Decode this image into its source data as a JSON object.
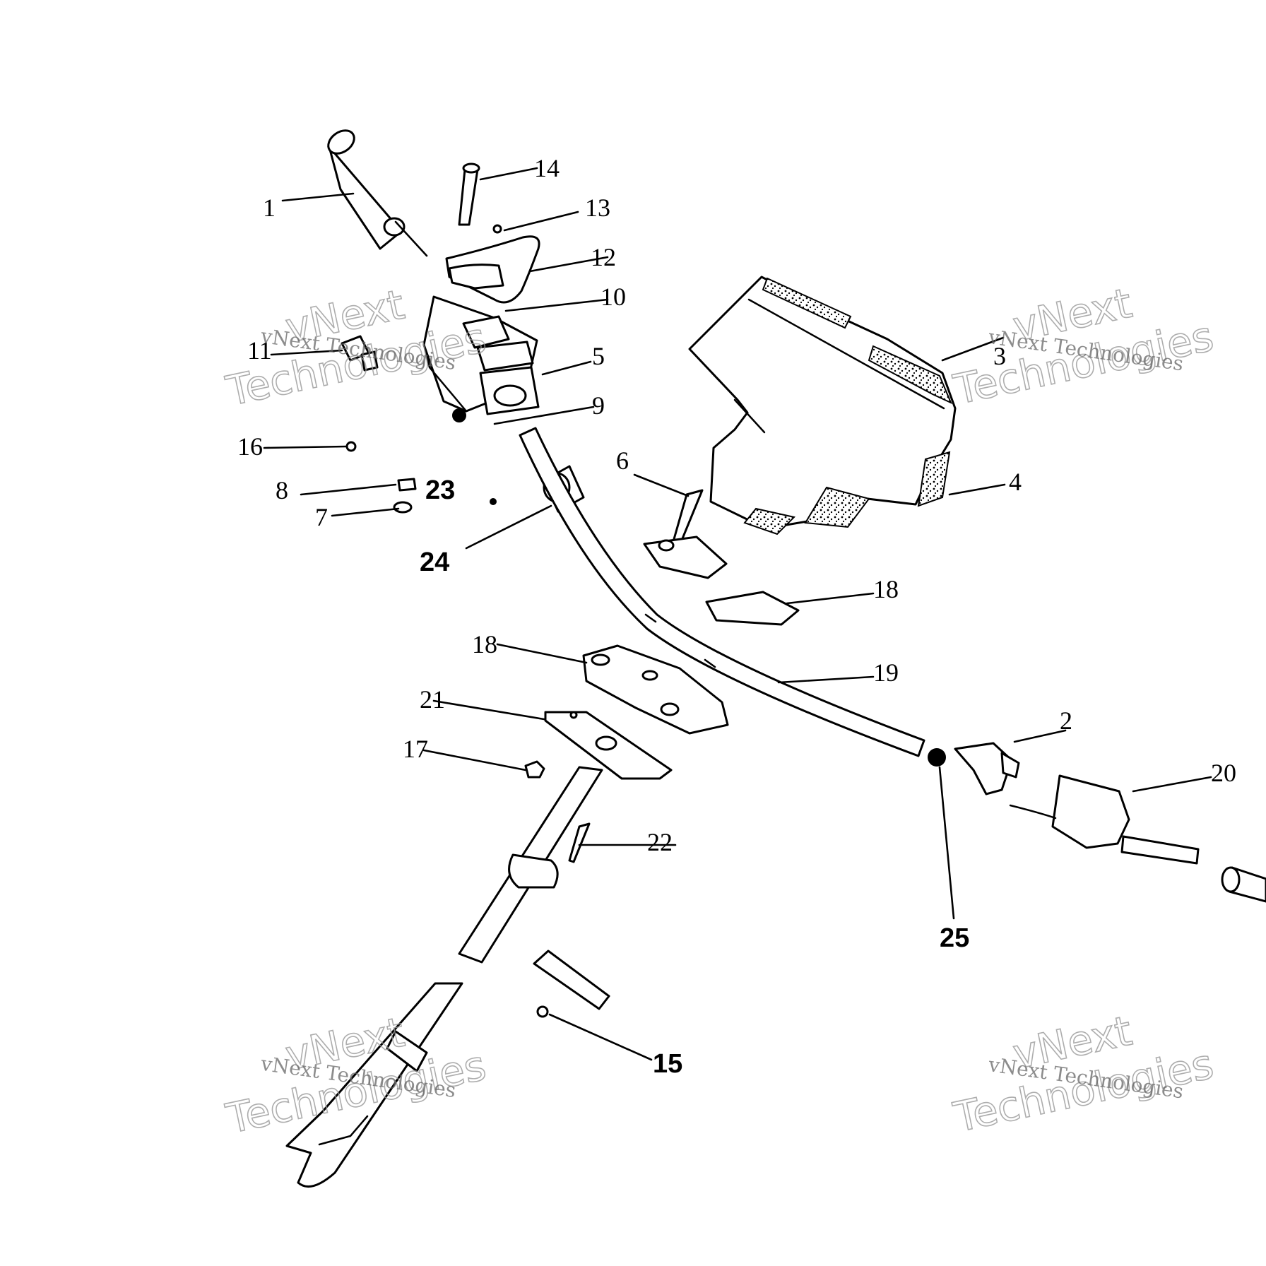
{
  "callouts": [
    {
      "id": "1",
      "text": "1"
    },
    {
      "id": "2",
      "text": "2"
    },
    {
      "id": "3",
      "text": "3"
    },
    {
      "id": "4",
      "text": "4"
    },
    {
      "id": "5",
      "text": "5"
    },
    {
      "id": "6",
      "text": "6"
    },
    {
      "id": "7",
      "text": "7"
    },
    {
      "id": "8",
      "text": "8"
    },
    {
      "id": "9",
      "text": "9"
    },
    {
      "id": "10",
      "text": "10"
    },
    {
      "id": "11",
      "text": "11"
    },
    {
      "id": "12",
      "text": "12"
    },
    {
      "id": "13",
      "text": "13"
    },
    {
      "id": "14",
      "text": "14"
    },
    {
      "id": "15",
      "text": "15"
    },
    {
      "id": "16",
      "text": "16"
    },
    {
      "id": "17",
      "text": "17"
    },
    {
      "id": "18a",
      "text": "18"
    },
    {
      "id": "18b",
      "text": "18"
    },
    {
      "id": "19",
      "text": "19"
    },
    {
      "id": "20",
      "text": "20"
    },
    {
      "id": "21",
      "text": "21"
    },
    {
      "id": "22",
      "text": "22"
    },
    {
      "id": "23",
      "text": "23"
    },
    {
      "id": "24",
      "text": "24"
    },
    {
      "id": "25",
      "text": "25"
    }
  ],
  "watermark": {
    "small": "vNext Technologies",
    "big_top": "vNext",
    "big_bottom": "Technologies"
  },
  "colors": {
    "line": "#000000",
    "background": "#ffffff",
    "watermark": "#999999"
  }
}
